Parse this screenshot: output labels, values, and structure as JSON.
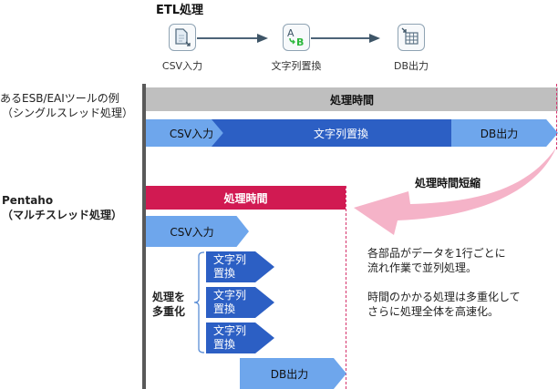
{
  "title": "ETL処理",
  "etl_flow": {
    "nodes": [
      {
        "label": "CSV入力",
        "icon": "csv-input-icon"
      },
      {
        "label": "文字列置換",
        "icon": "string-replace-icon"
      },
      {
        "label": "DB出力",
        "icon": "db-output-icon"
      }
    ]
  },
  "esb": {
    "label_line1": "あるESB/EAIツールの例",
    "label_line2": "（シングルスレッド処理）",
    "time_bar": "処理時間",
    "steps": [
      "CSV入力",
      "文字列置換",
      "DB出力"
    ]
  },
  "reduction_label": "処理時間短縮",
  "pentaho": {
    "label_line1": "Pentaho",
    "label_line2": "（マルチスレッド処理）",
    "time_bar": "処理時間",
    "csv_step": "CSV入力",
    "parallel_label_line1": "処理を",
    "parallel_label_line2": "多重化",
    "parallel_steps": [
      {
        "line1": "文字列",
        "line2": "置換"
      },
      {
        "line1": "文字列",
        "line2": "置換"
      },
      {
        "line1": "文字列",
        "line2": "置換"
      }
    ],
    "db_step": "DB出力"
  },
  "notes": {
    "p1_line1": "各部品がデータを1行ごとに",
    "p1_line2": "流れ作業で並列処理。",
    "p2_line1": "時間のかかる処理は多重化して",
    "p2_line2": "さらに処理全体を高速化。"
  },
  "colors": {
    "light_blue": "#6ea6ec",
    "dark_blue": "#2c5fc4",
    "gray_bar": "#bfbfbf",
    "crimson_bar": "#d11a52",
    "pink_arrow": "#f5b3c8"
  }
}
